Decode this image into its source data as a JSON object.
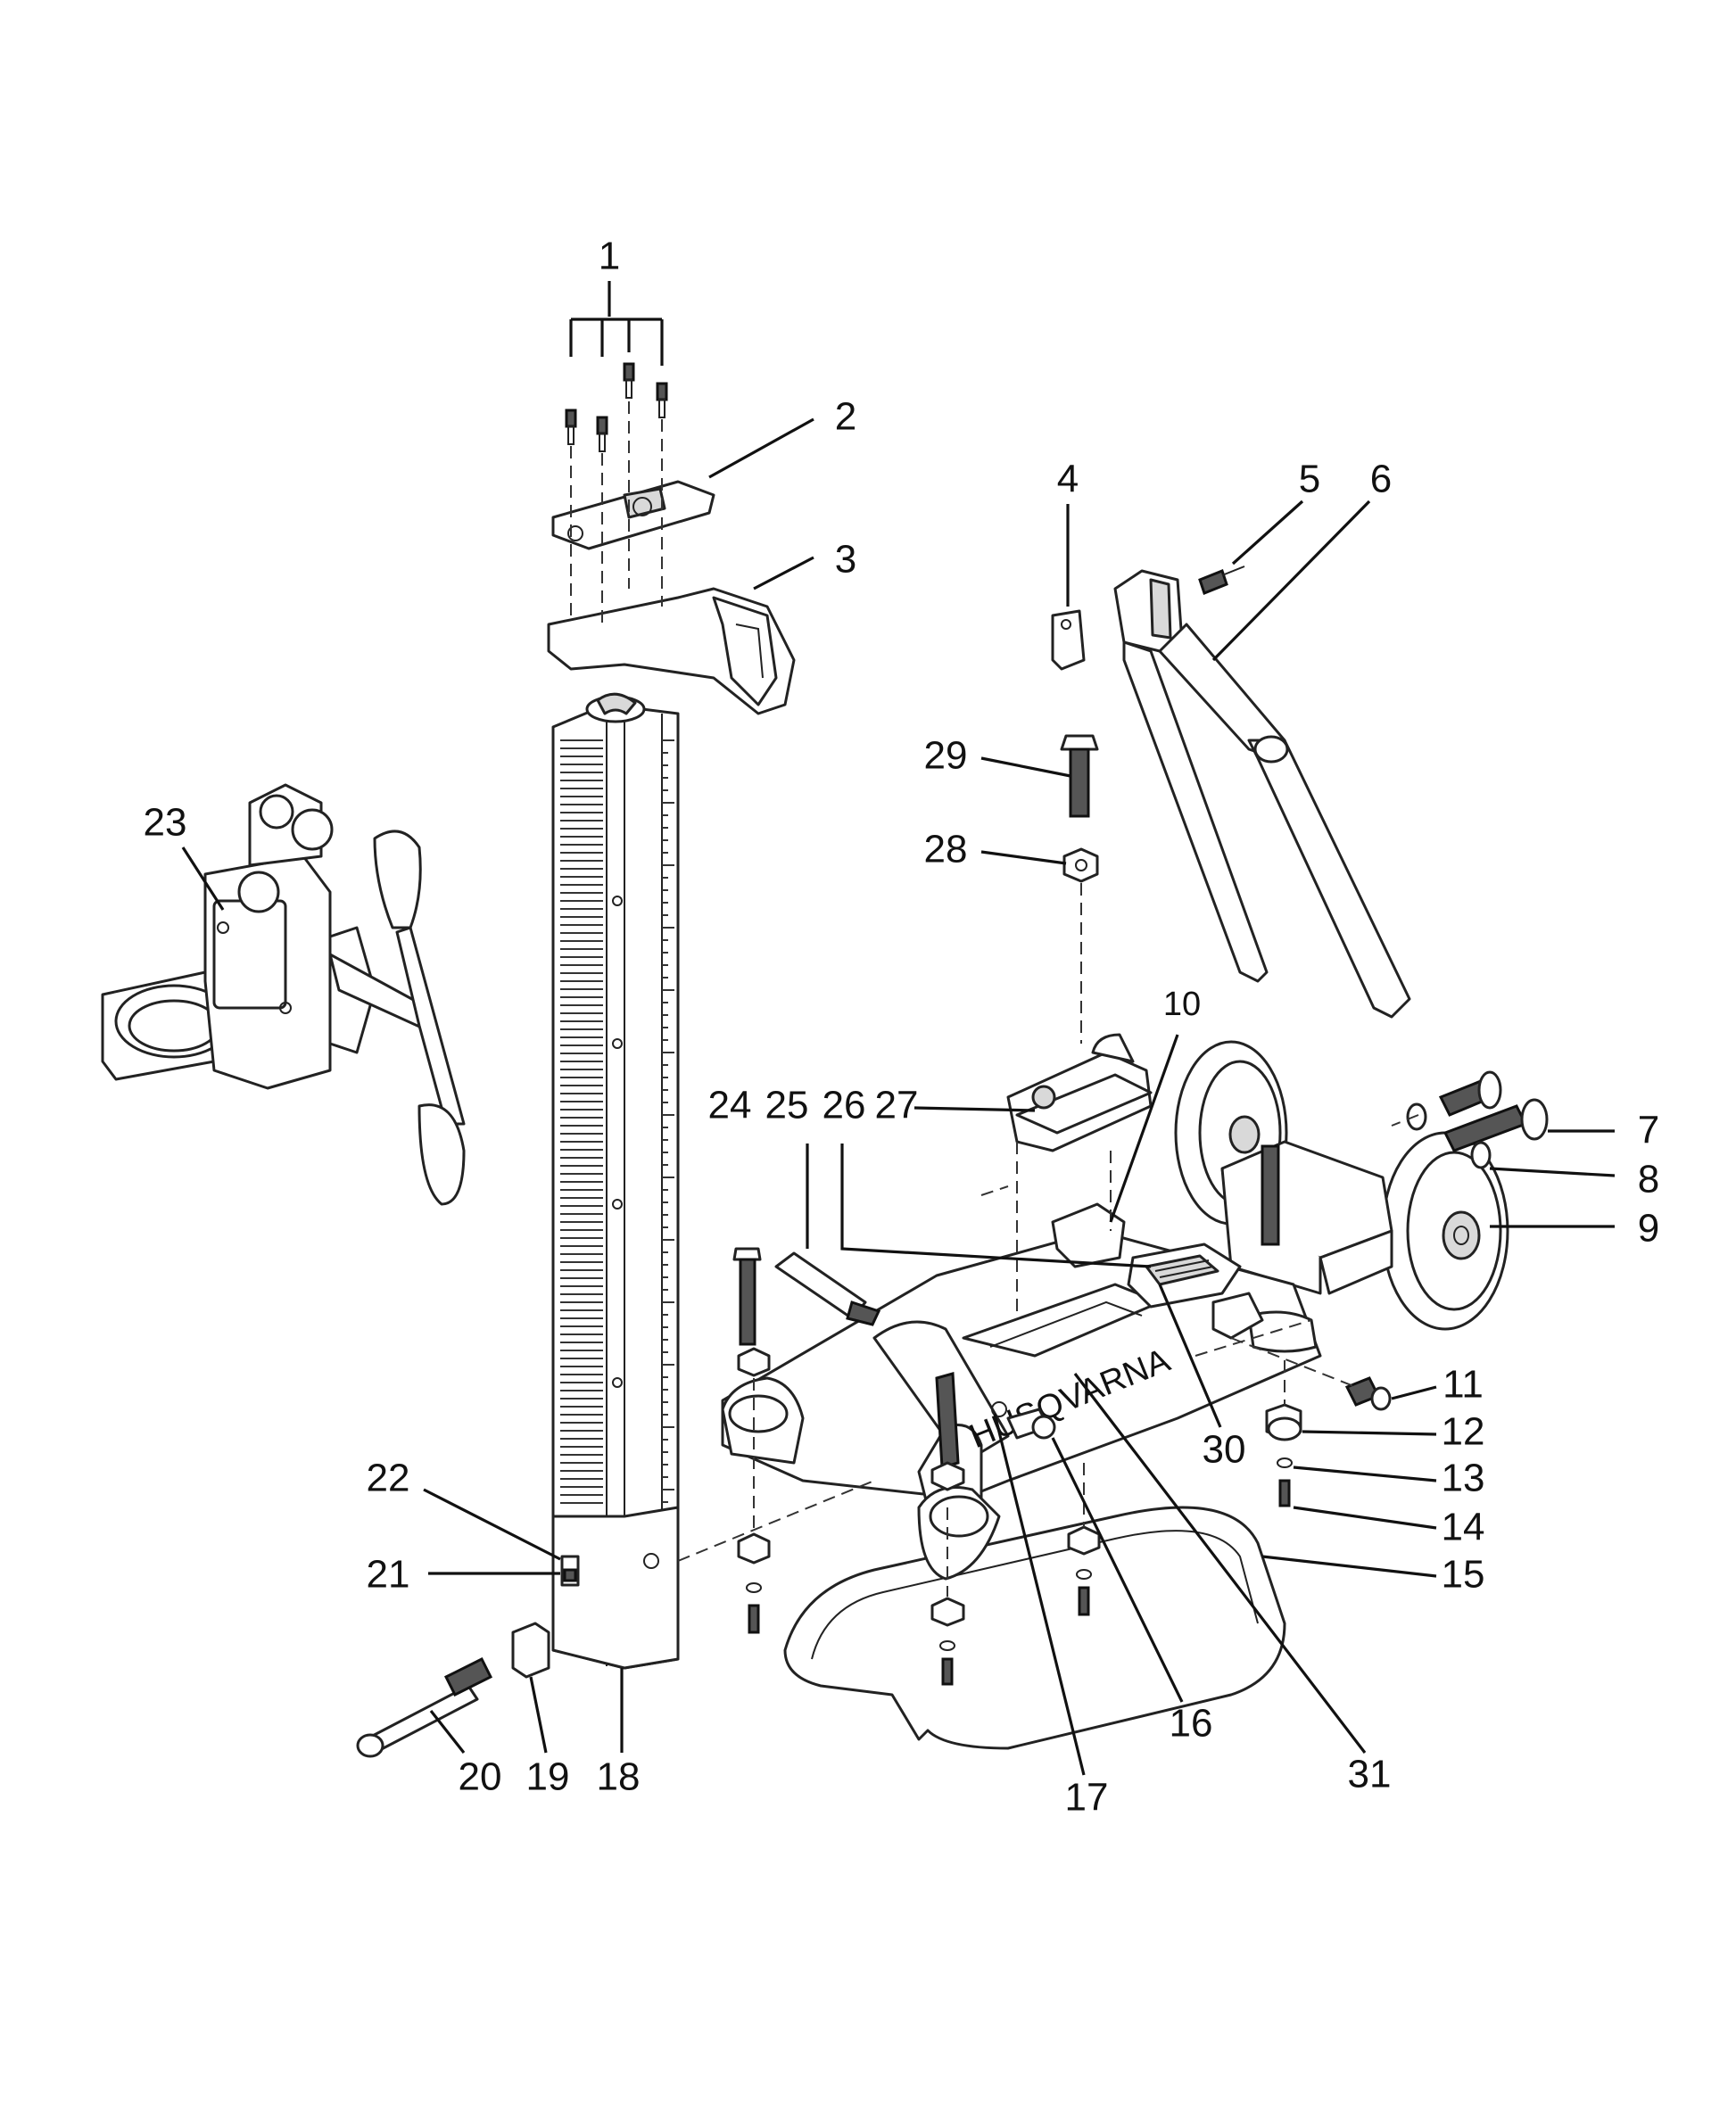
{
  "callouts": [
    {
      "n": "1"
    },
    {
      "n": "2"
    },
    {
      "n": "3"
    },
    {
      "n": "4"
    },
    {
      "n": "5"
    },
    {
      "n": "6"
    },
    {
      "n": "7"
    },
    {
      "n": "8"
    },
    {
      "n": "9"
    },
    {
      "n": "10"
    },
    {
      "n": "11"
    },
    {
      "n": "12"
    },
    {
      "n": "13"
    },
    {
      "n": "14"
    },
    {
      "n": "15"
    },
    {
      "n": "16"
    },
    {
      "n": "17"
    },
    {
      "n": "18"
    },
    {
      "n": "19"
    },
    {
      "n": "20"
    },
    {
      "n": "21"
    },
    {
      "n": "22"
    },
    {
      "n": "23"
    },
    {
      "n": "24"
    },
    {
      "n": "25"
    },
    {
      "n": "26"
    },
    {
      "n": "27"
    },
    {
      "n": "28"
    },
    {
      "n": "29"
    },
    {
      "n": "30"
    },
    {
      "n": "31"
    }
  ],
  "brand_text": "HUSQVARNA"
}
